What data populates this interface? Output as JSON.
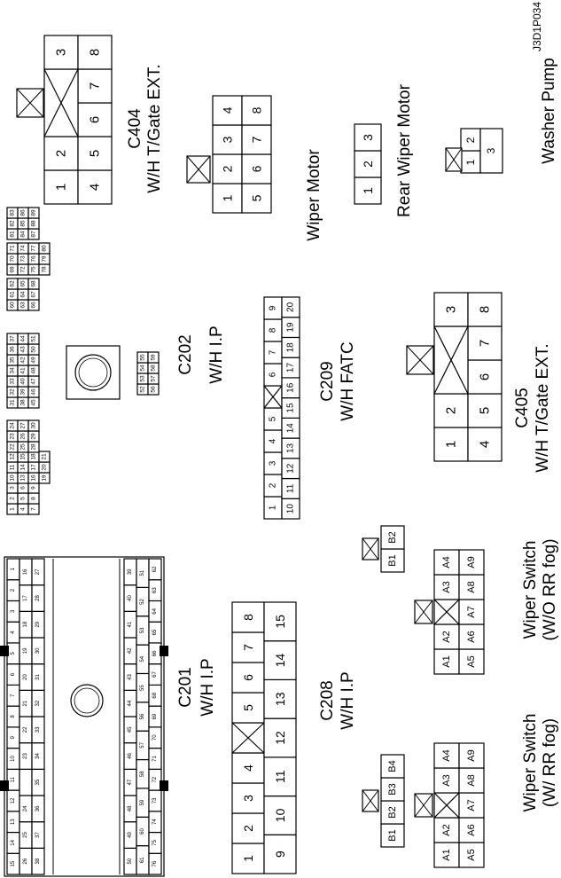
{
  "figure_code": "J3D1P034",
  "connectors": {
    "c404": {
      "line1": "C404",
      "line2": "W/H T/Gate EXT.",
      "pins_top": [
        "1",
        "2",
        "",
        "3"
      ],
      "pins_bottom": [
        "4",
        "5",
        "6",
        "7",
        "8"
      ]
    },
    "wiper_motor": {
      "line1": "Wiper Motor",
      "pins_top": [
        "1",
        "2",
        "3",
        "4"
      ],
      "pins_bottom": [
        "5",
        "6",
        "7",
        "8"
      ]
    },
    "rear_wiper_motor": {
      "line1": "Rear Wiper Motor",
      "pins": [
        "1",
        "2",
        "3"
      ]
    },
    "washer_pump": {
      "line1": "Washer Pump",
      "pins": [
        "1",
        "2",
        "3"
      ]
    },
    "c202": {
      "line1": "C202",
      "line2": "W/H I.P"
    },
    "c209": {
      "line1": "C209",
      "line2": "W/H FATC",
      "pins_top": [
        "1",
        "2",
        "3",
        "4",
        "5",
        "",
        "6",
        "7",
        "8",
        "9"
      ],
      "pins_bottom": [
        "10",
        "11",
        "12",
        "13",
        "14",
        "15",
        "16",
        "17",
        "18",
        "19",
        "20"
      ]
    },
    "c405": {
      "line1": "C405",
      "line2": "W/H T/Gate EXT.",
      "pins_top": [
        "1",
        "2",
        "",
        "3"
      ],
      "pins_bottom": [
        "4",
        "5",
        "6",
        "7",
        "8"
      ]
    },
    "c201": {
      "line1": "C201",
      "line2": "W/H I.P"
    },
    "c208": {
      "line1": "C208",
      "line2": "W/H I.P",
      "pins_top": [
        "1",
        "2",
        "3",
        "4",
        "",
        "5",
        "6",
        "7",
        "8"
      ],
      "pins_bottom": [
        "9",
        "10",
        "11",
        "12",
        "13",
        "14",
        "15"
      ]
    },
    "wiper_switch_rr": {
      "line1": "Wiper Switch",
      "line2": "(W/ RR fog)",
      "pins_top": [
        "A1",
        "A2",
        "",
        "A3",
        "A4"
      ],
      "pins_bottom": [
        "A5",
        "A6",
        "A7",
        "A8",
        "A9"
      ],
      "aux_pins": [
        "B1",
        "B2",
        "B3",
        "B4"
      ]
    },
    "wiper_switch_no_rr": {
      "line1": "Wiper Switch",
      "line2": "(W/O RR fog)",
      "pins_top": [
        "A1",
        "A2",
        "",
        "A3",
        "A4"
      ],
      "pins_bottom": [
        "A5",
        "A6",
        "A7",
        "A8",
        "A9"
      ],
      "aux_pins": [
        "B1",
        "B2"
      ]
    }
  }
}
